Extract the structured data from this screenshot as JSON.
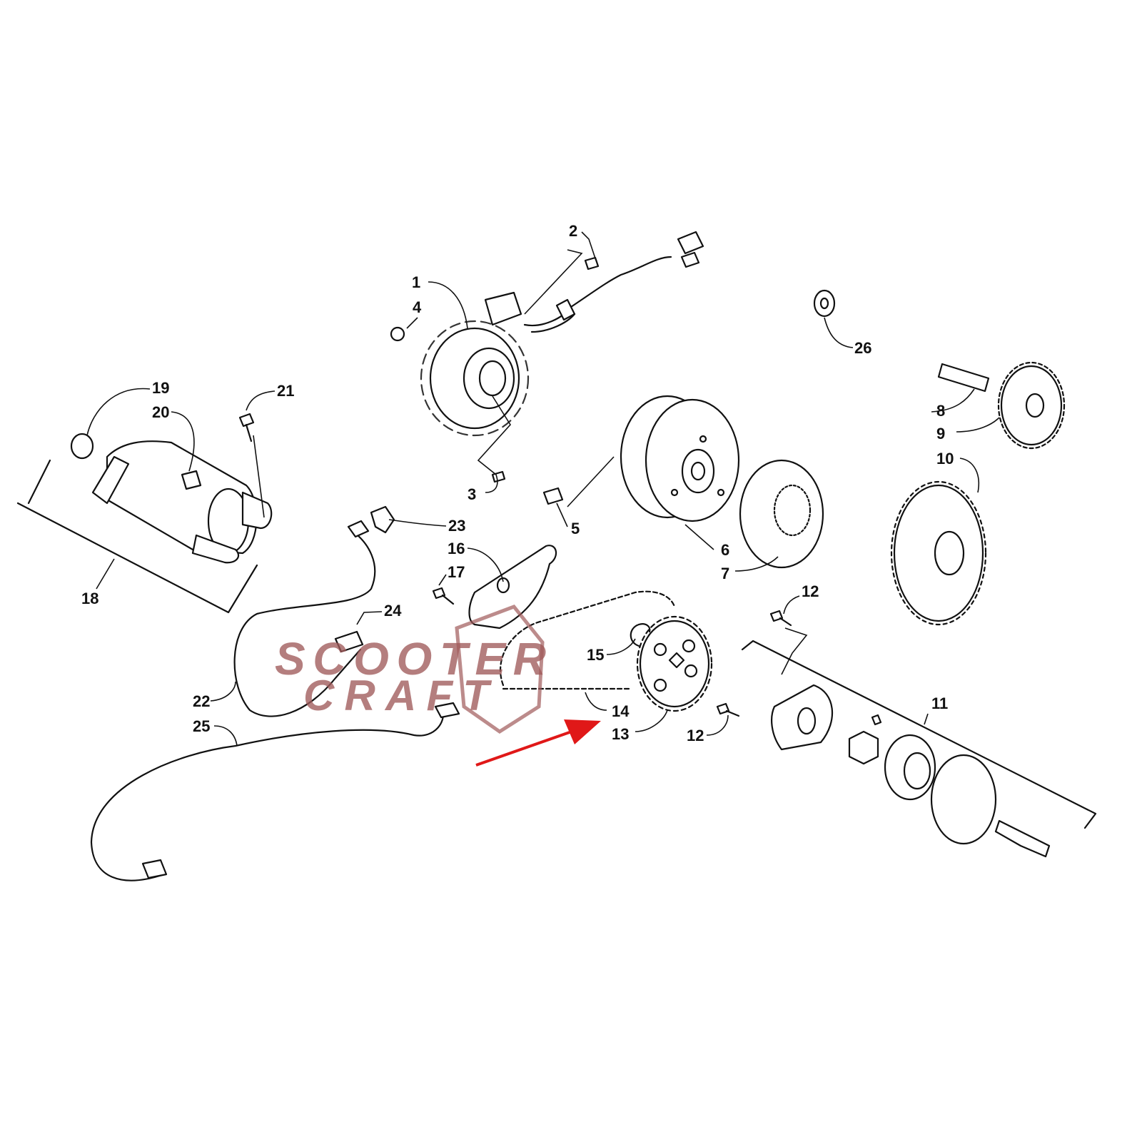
{
  "diagram": {
    "type": "exploded parts diagram",
    "callouts": [
      "1",
      "2",
      "3",
      "4",
      "5",
      "6",
      "7",
      "8",
      "9",
      "10",
      "11",
      "12",
      "12",
      "13",
      "14",
      "15",
      "16",
      "17",
      "18",
      "19",
      "20",
      "21",
      "22",
      "23",
      "24",
      "25",
      "26"
    ],
    "highlighted_part": "14",
    "watermark": "SCOOTER CRAFT",
    "colors": {
      "line": "#111111",
      "arrow": "#e01818",
      "watermark": "#a05a5a"
    }
  }
}
